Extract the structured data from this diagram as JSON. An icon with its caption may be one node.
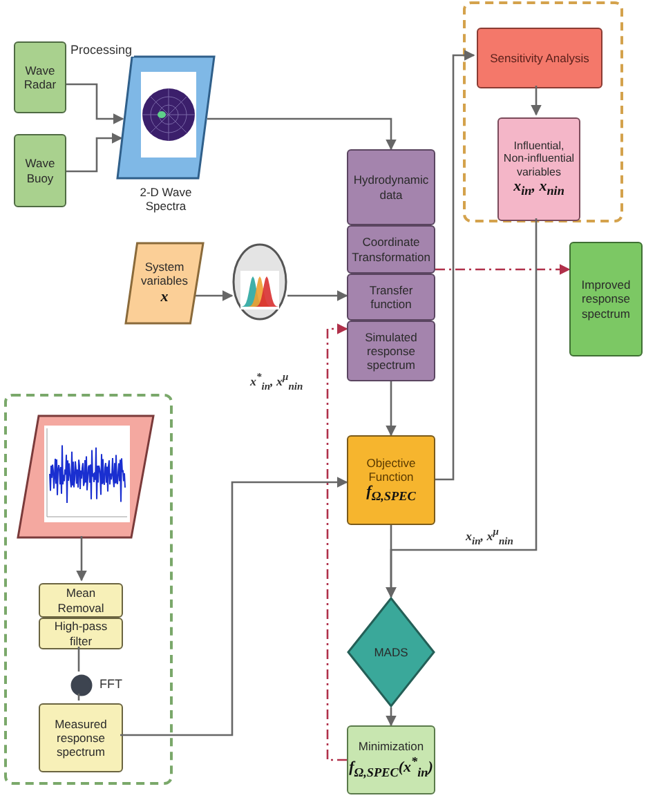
{
  "diagram": {
    "nodes": [
      {
        "text": [
          "Wave Radar"
        ]
      },
      {
        "text": [
          "Wave Buoy"
        ]
      },
      {
        "text": [
          "2-D Wave Spectra"
        ]
      },
      {
        "text": [],
        "shape": "box"
      },
      {
        "text": [
          "Sensitivity Analysis"
        ],
        "in": 3
      },
      {
        "text": [
          "Influential, Non-influential variables",
          "x$_{in}$, x$_{nin}$"
        ],
        "in": 3
      },
      {
        "text": [
          "Hydrodynamic data"
        ]
      },
      {
        "text": [
          "Coordinate Transformation"
        ]
      },
      {
        "text": [
          "Transfer function"
        ]
      },
      {
        "text": [
          "Simulated response spectrum"
        ]
      },
      {
        "text": [
          "System variables",
          "x"
        ]
      },
      {
        "text": [],
        "shape": "circle"
      },
      {
        "text": [
          "Improved response spectrum"
        ]
      },
      {
        "text": [],
        "shape": "box"
      },
      {
        "text": [],
        "shape": "picture",
        "in": 13
      },
      {
        "text": [
          "Mean Removal"
        ],
        "in": 13
      },
      {
        "text": [
          "High-pass filter"
        ],
        "in": 13
      },
      {
        "text": [],
        "shape": "circle",
        "in": 13,
        "beside": [
          "FFT"
        ]
      },
      {
        "text": [
          "Measured response spectrum"
        ],
        "in": 13
      },
      {
        "text": [
          "Objective Function",
          "f$_{Ω,SPEC}$"
        ]
      },
      {
        "text": [
          "MADS"
        ]
      },
      {
        "text": [
          "Minimization",
          "f$_{Ω,SPEC}$(x$^{*}$$_{in}$)"
        ]
      }
    ],
    "edges": [
      {
        "from": 0,
        "to": 2,
        "arrow": "to",
        "label": "Processing"
      },
      {
        "from": 1,
        "to": 2,
        "arrow": "to"
      },
      {
        "from": 2,
        "to": 6,
        "arrow": "to"
      },
      {
        "from": 4,
        "to": 5,
        "arrow": "to"
      },
      {
        "from": 10,
        "to": 11,
        "arrow": "to"
      },
      {
        "from": 11,
        "to": 8,
        "arrow": "to"
      },
      {
        "from": 7,
        "to": 12,
        "arrow": "to",
        "style": "dashed",
        "color": "#b0304a"
      },
      {
        "from": 21,
        "to": 9,
        "arrow": "to",
        "style": "dashed",
        "color": "#b0304a",
        "label": "x$^{*}$$_{in}$, x$^{μ}$$_{nin}$"
      },
      {
        "from": 9,
        "to": 19,
        "arrow": "to"
      },
      {
        "from": 19,
        "to": 4,
        "arrow": "to"
      },
      {
        "from": 5,
        "to": 20,
        "arrow": "to",
        "label": "x$_{in}$, x$^{μ}$$_{nin}$"
      },
      {
        "from": 19,
        "to": 20,
        "arrow": "to"
      },
      {
        "from": 20,
        "to": 21,
        "arrow": "to"
      },
      {
        "from": 14,
        "to": 15,
        "arrow": "to"
      },
      {
        "from": 16,
        "to": 17,
        "arrow": "none"
      },
      {
        "from": 17,
        "to": 18,
        "arrow": "none"
      },
      {
        "from": 18,
        "to": 19,
        "arrow": "to"
      }
    ]
  }
}
